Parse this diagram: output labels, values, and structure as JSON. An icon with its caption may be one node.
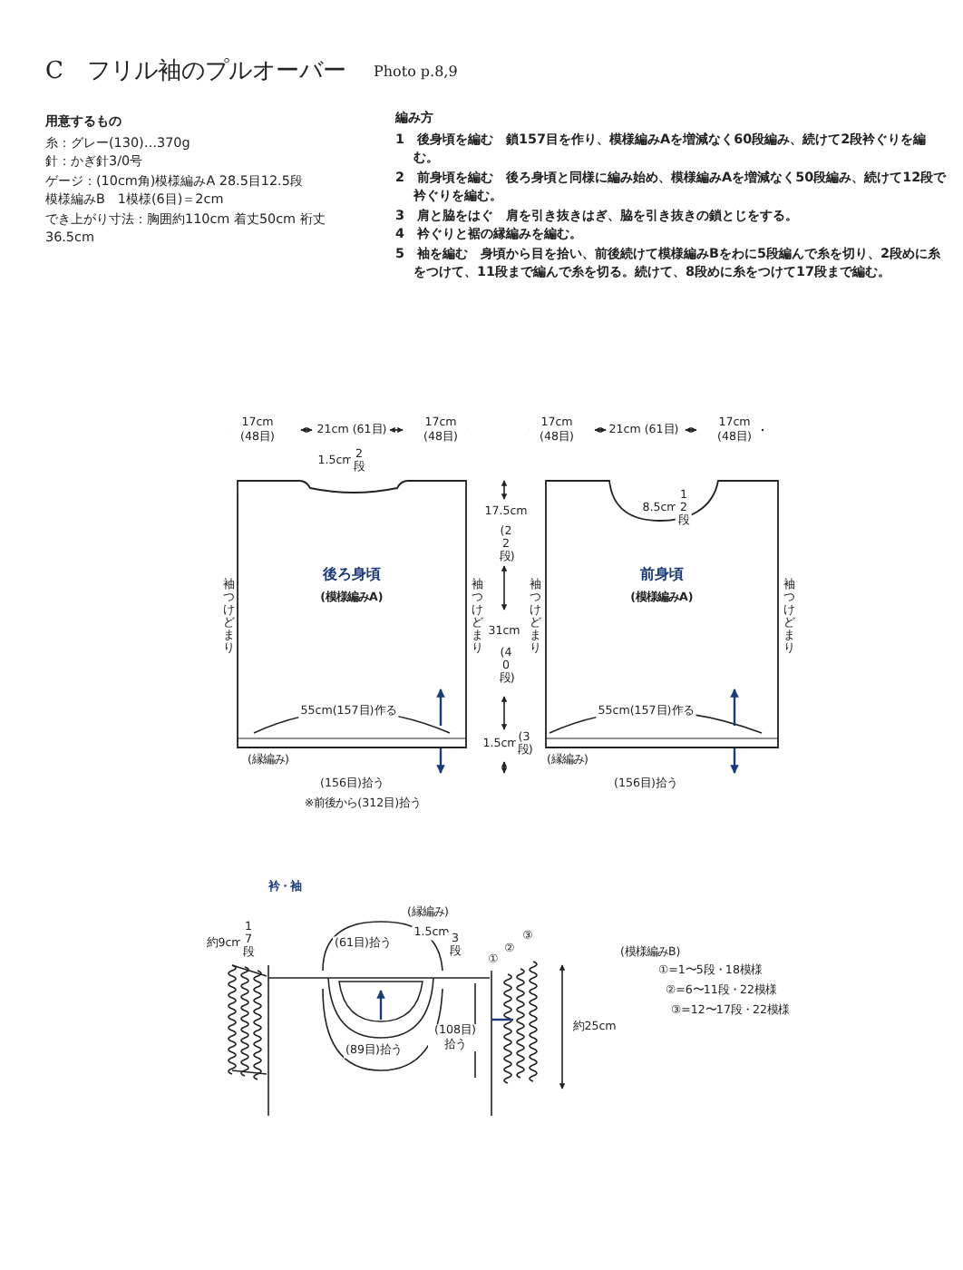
{
  "diagram": {
    "title": "C　フリル袖のプルオーバー",
    "nodes": [
      {
        "text": [
          "後ろ身頃",
          "(模様編みA)"
        ]
      },
      {
        "text": [
          "前身頃",
          "(模様編みA)"
        ]
      }
    ],
    "labels": [
      "Photo p.8,9",
      "用意するもの",
      "糸：グレー(130)…370g",
      "針：かぎ針3/0号",
      "ゲージ：(10cm角)模様編みA 28.5目12.5段",
      "模様編みB　1模様(6目)＝2cm",
      "でき上がり寸法：胸囲約110cm 着丈50cm 裄丈36.5cm",
      "編み方",
      "1　後身頃を編む　鎖157目を作り、模様編みAを増減なく60段編み、続けて2段衿ぐりを編む。",
      "2　前身頃を編む　後ろ身頃と同様に編み始め、模様編みAを増減なく50段編み、続けて12段で衿ぐりを編む。",
      "3　肩と脇をはぐ　肩を引き抜きはぎ、脇を引き抜きの鎖とじをする。",
      "4　衿ぐりと裾の縁編みを編む。",
      "5　袖を編む　身頃から目を拾い、前後続けて模様編みBをわに5段編んで糸を切り、2段めに糸をつけて、11段まで編んで糸を切る。続けて、8段めに糸をつけて17段まで編む。",
      "17cm (48目)",
      "21cm (61目)",
      "17cm (48目)",
      "1.5cm",
      "2段",
      "袖つけどまり",
      "袖つけどまり",
      "55cm(157目)作る",
      "(縁編み)",
      "(156目)拾う",
      "※前後から(312目)拾う",
      "17.5cm",
      "(22段)",
      "31cm",
      "(40段)",
      "1.5cm",
      "(3段)",
      "17cm (48目)",
      "21cm (61目)",
      "17cm (48目)",
      "8.5cm",
      "12段",
      "袖つけどまり",
      "袖つけどまり",
      "55cm(157目)作る",
      "(縁編み)",
      "(156目)拾う",
      "衿・袖",
      "約9cm",
      "17段",
      "(縁編み)",
      "(61目)拾う",
      "1.5cm",
      "3段",
      "(89目)拾う",
      "(108目)拾う",
      "①",
      "②",
      "③",
      "約25cm",
      "(模様編みB)",
      "①=1〜5段・18模様",
      "②=6〜11段・22模様",
      "③=12〜17段・22模様"
    ]
  }
}
